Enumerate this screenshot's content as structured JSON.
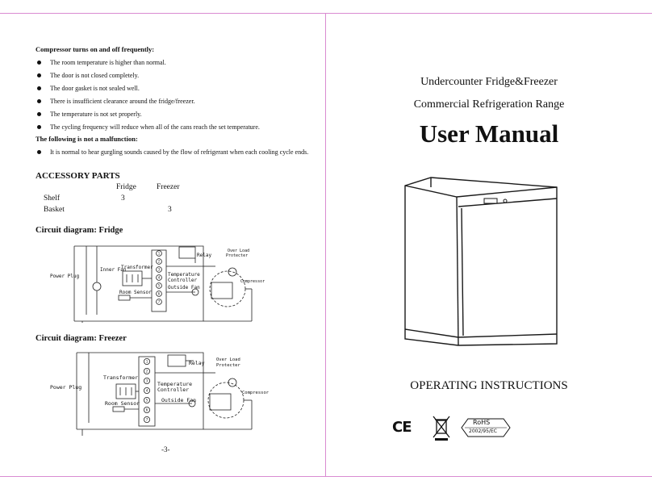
{
  "troubleshooting": {
    "heading": "Compressor turns on and off frequently:",
    "items": [
      "The room temperature is higher than normal.",
      "The door is not closed completely.",
      "The door gasket is not sealed well.",
      "There is insufficient clearance around the fridge/freezer.",
      "The temperature is not set properly.",
      "The cycling frequency will reduce when all of the cans reach the set temperature."
    ],
    "heading2": "The following is not a malfunction:",
    "items2": [
      "It is normal to hear gurgling sounds caused by the flow of refrigerant when each cooling cycle ends."
    ]
  },
  "accessory": {
    "title": "ACCESSORY PARTS",
    "col_fridge": "Fridge",
    "col_freezer": "Freezer",
    "rows": [
      {
        "name": "Shelf",
        "fridge": "3",
        "freezer": ""
      },
      {
        "name": "Basket",
        "fridge": "",
        "freezer": "3"
      }
    ]
  },
  "circuit_fridge": {
    "title": "Circuit diagram: Fridge",
    "power_plug": "Power Plug",
    "inner_fan": "Inner Fan",
    "transformer": "Transformer",
    "room_sensor": "Room Sensor",
    "temp_controller_1": "Temperature",
    "temp_controller_2": "Controller",
    "outside_fan": "Outside Fan",
    "relay": "Relay",
    "overload_1": "Over Load",
    "overload_2": "Protecter",
    "compressor": "Compressor",
    "terminals": [
      "1",
      "2",
      "3",
      "4",
      "5",
      "6",
      "7"
    ]
  },
  "circuit_freezer": {
    "title": "Circuit diagram: Freezer",
    "power_plug": "Power Plug",
    "transformer": "Transformer",
    "room_sensor": "Room Sensor",
    "temp_controller_1": "Temperature",
    "temp_controller_2": "Controller",
    "outside_fan": "Outside Fan",
    "relay": "Relay",
    "overload_1": "Over Load",
    "overload_2": "Protecter",
    "compressor": "Compressor",
    "terminals": [
      "1",
      "2",
      "3",
      "4",
      "5",
      "6",
      "7"
    ]
  },
  "page_number": "-3-",
  "cover": {
    "subtitle1": "Undercounter Fridge&Freezer",
    "subtitle2": "Commercial Refrigeration Range",
    "title": "User Manual",
    "operating": "OPERATING INSTRUCTIONS",
    "ce_mark": "CE",
    "rohs": "RoHS",
    "rohs_directive": "2002/95/EC"
  },
  "colors": {
    "page_border": "#d98bd1"
  }
}
